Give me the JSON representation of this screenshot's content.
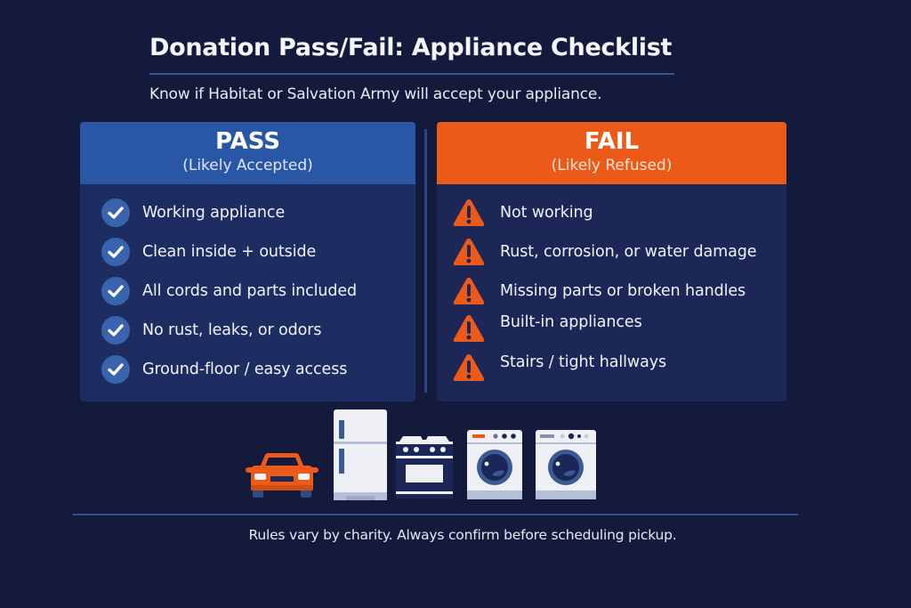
{
  "header": {
    "title": "Donation Pass/Fail: Appliance Checklist",
    "subtitle": "Know if Habitat or Salvation Army will accept your appliance."
  },
  "pass": {
    "title": "PASS",
    "subtitle": "(Likely Accepted)",
    "color": "#2a56a6",
    "icon": "check-circle-icon",
    "items": [
      "Working appliance",
      "Clean inside + outside",
      "All cords and parts included",
      "No rust, leaks, or odors",
      "Ground-floor / easy access"
    ]
  },
  "fail": {
    "title": "FAIL",
    "subtitle": "(Likely Refused)",
    "color": "#ec5a19",
    "icon": "warning-triangle-icon",
    "items": [
      "Not working",
      "Rust, corrosion, or water damage",
      "Missing parts or broken handles",
      "Built-in appliances",
      "Stairs / tight hallways"
    ]
  },
  "appliance_icons": [
    "car-icon",
    "refrigerator-icon",
    "stove-oven-icon",
    "washing-machine-icon",
    "dryer-icon"
  ],
  "footer": {
    "note": "Rules vary by charity. Always confirm before scheduling pickup."
  },
  "colors": {
    "background": "#141a3c",
    "pass_accent": "#2a56a6",
    "fail_accent": "#ec5a19",
    "pass_panel": "#1d2d62",
    "fail_panel": "#1c2757"
  }
}
